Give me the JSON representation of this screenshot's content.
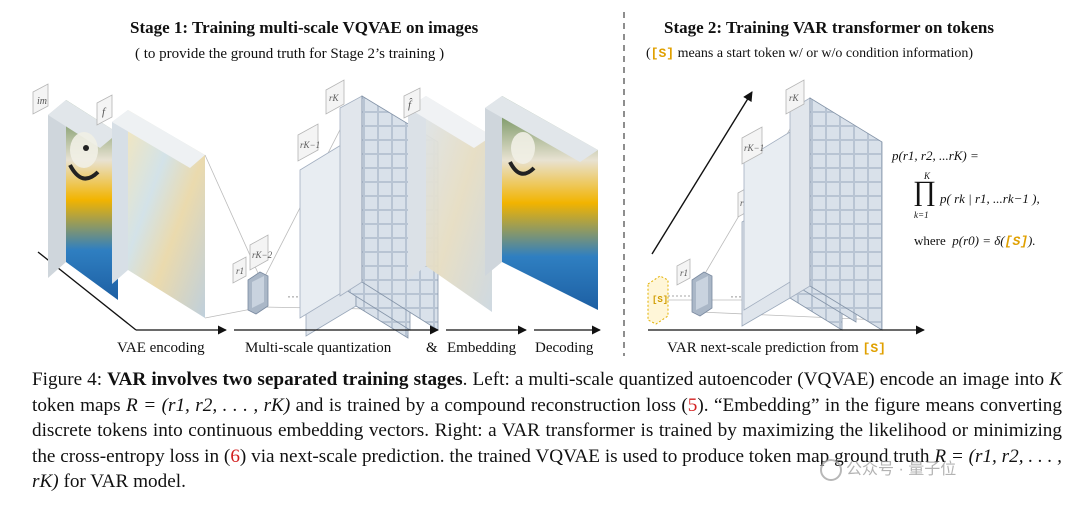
{
  "stage1": {
    "title": "Stage 1:  Training multi-scale VQVAE on images",
    "subtitle": "( to provide the ground truth for Stage 2’s training )"
  },
  "stage2": {
    "title": "Stage 2:  Training VAR transformer on tokens",
    "subtitle_tag": "[S]",
    "subtitle_rest": " means a start token w/ or w/o condition information)",
    "subtitle_open": "("
  },
  "labels": {
    "im": "im",
    "f": "f",
    "f_hat": "f̂",
    "rK": "rK",
    "rK1": "rK−1",
    "rK2": "rK−2",
    "r1": "r1",
    "s_tag": "[S]",
    "ellipsis": "···"
  },
  "axis": {
    "vae_encoding": "VAE encoding",
    "multi_scale": "Multi-scale quantization",
    "amp": "&",
    "embedding": "Embedding",
    "decoding": "Decoding",
    "var_next": "VAR next-scale prediction from ",
    "var_tag": "[S]"
  },
  "formula": {
    "line1": "p(r1, r2, ...rK) =",
    "line2_prod": "∏",
    "line2_top": "K",
    "line2_bottom": "k=1",
    "line2_body": "p( rk | r1, ...rk−1 ),",
    "line3_where": "where",
    "line3_body": "p(r0) = δ(",
    "line3_tag": "[S]",
    "line3_end": ")."
  },
  "caption": {
    "prefix": "Figure 4: ",
    "bold": "VAR involves two separated training stages",
    "p1": ". Left: a multi-scale quantized autoencoder (VQVAE) encode an image into ",
    "K": "K",
    "p2": " token maps ",
    "R_def": "R = (r1, r2, . . . , rK)",
    "p3": " and is trained by a compound reconstruction loss (",
    "ref5": "5",
    "p4": "). “Embedding” in the figure means converting discrete tokens into continuous embedding vectors. Right: a VAR transformer is trained by maximizing the likelihood or minimizing the cross-entropy loss in (",
    "ref6": "6",
    "p5": ") via next-scale prediction. the trained VQVAE is used to produce token map ground truth ",
    "R_def2": "R = (r1, r2, . . . , rK)",
    "p6": " for VAR model."
  },
  "watermark": {
    "text": "公众号 · 量子位"
  }
}
